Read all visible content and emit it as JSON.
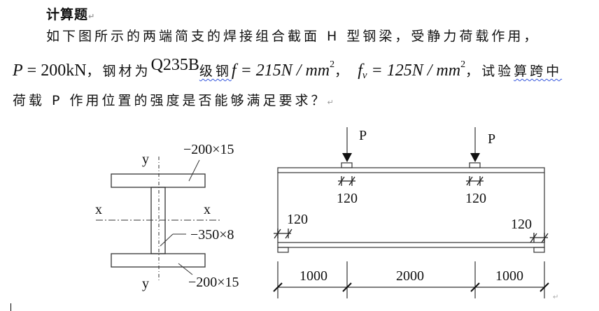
{
  "document": {
    "title": "计算题",
    "line1": "如下图所示的两端简支的焊接组合截面 H 型钢梁，受静力荷载作用，",
    "line2": {
      "load_symbol": "P",
      "load_eq": " = 200kN",
      "sep1": "，钢材为",
      "steel_grade": "Q235B",
      "grade_suffix": "级钢",
      "f_label": "f",
      "f_value": " = 215N / mm",
      "sep2": "，",
      "fv_label": "f",
      "fv_sub": "v",
      "fv_value": " = 125N / mm",
      "exp": "2",
      "tail_plain": "，试验",
      "tail_squiggle": "算跨中"
    },
    "line3": "荷载 P 作用位置的强度是否能够满足要求？",
    "paragraph_mark": "↵"
  },
  "cross_section": {
    "axis_x_left": "x",
    "axis_x_right": "x",
    "axis_y_top": "y",
    "axis_y_bottom": "y",
    "top_flange": "−200×15",
    "web": "−350×8",
    "bottom_flange": "−200×15"
  },
  "beam": {
    "load_left": "P",
    "load_right": "P",
    "bearing_left_top": "120",
    "bearing_right_top": "120",
    "support_left": "120",
    "support_right": "120",
    "spans": [
      "1000",
      "2000",
      "1000"
    ]
  }
}
